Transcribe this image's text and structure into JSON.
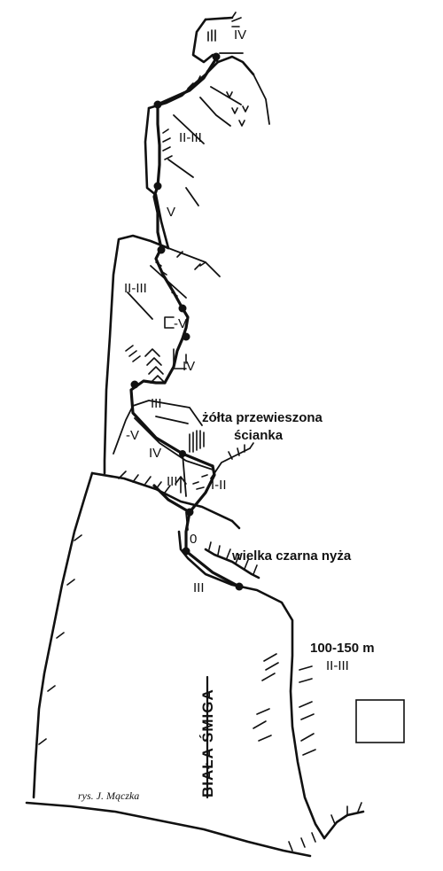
{
  "grades": {
    "top": "IV",
    "g1": "II-III",
    "g2": "V",
    "g3": "II-III",
    "g4": "-V",
    "g5": "IV",
    "g6": "III",
    "g7": "-V",
    "g8": "IV",
    "g9": "III",
    "g10": "I-II",
    "g11": "0",
    "g12": "III",
    "base": "II-III"
  },
  "notes": {
    "yellow_line1": "żółta przewieszona",
    "yellow_line2": "ścianka",
    "cave": "wielka czarna nyża",
    "height": "100-150 m"
  },
  "feature_name": "BIAŁA ŚMIGA",
  "credit": "rys. J. Mączka",
  "colors": {
    "ink": "#111111",
    "paper": "#ffffff"
  }
}
